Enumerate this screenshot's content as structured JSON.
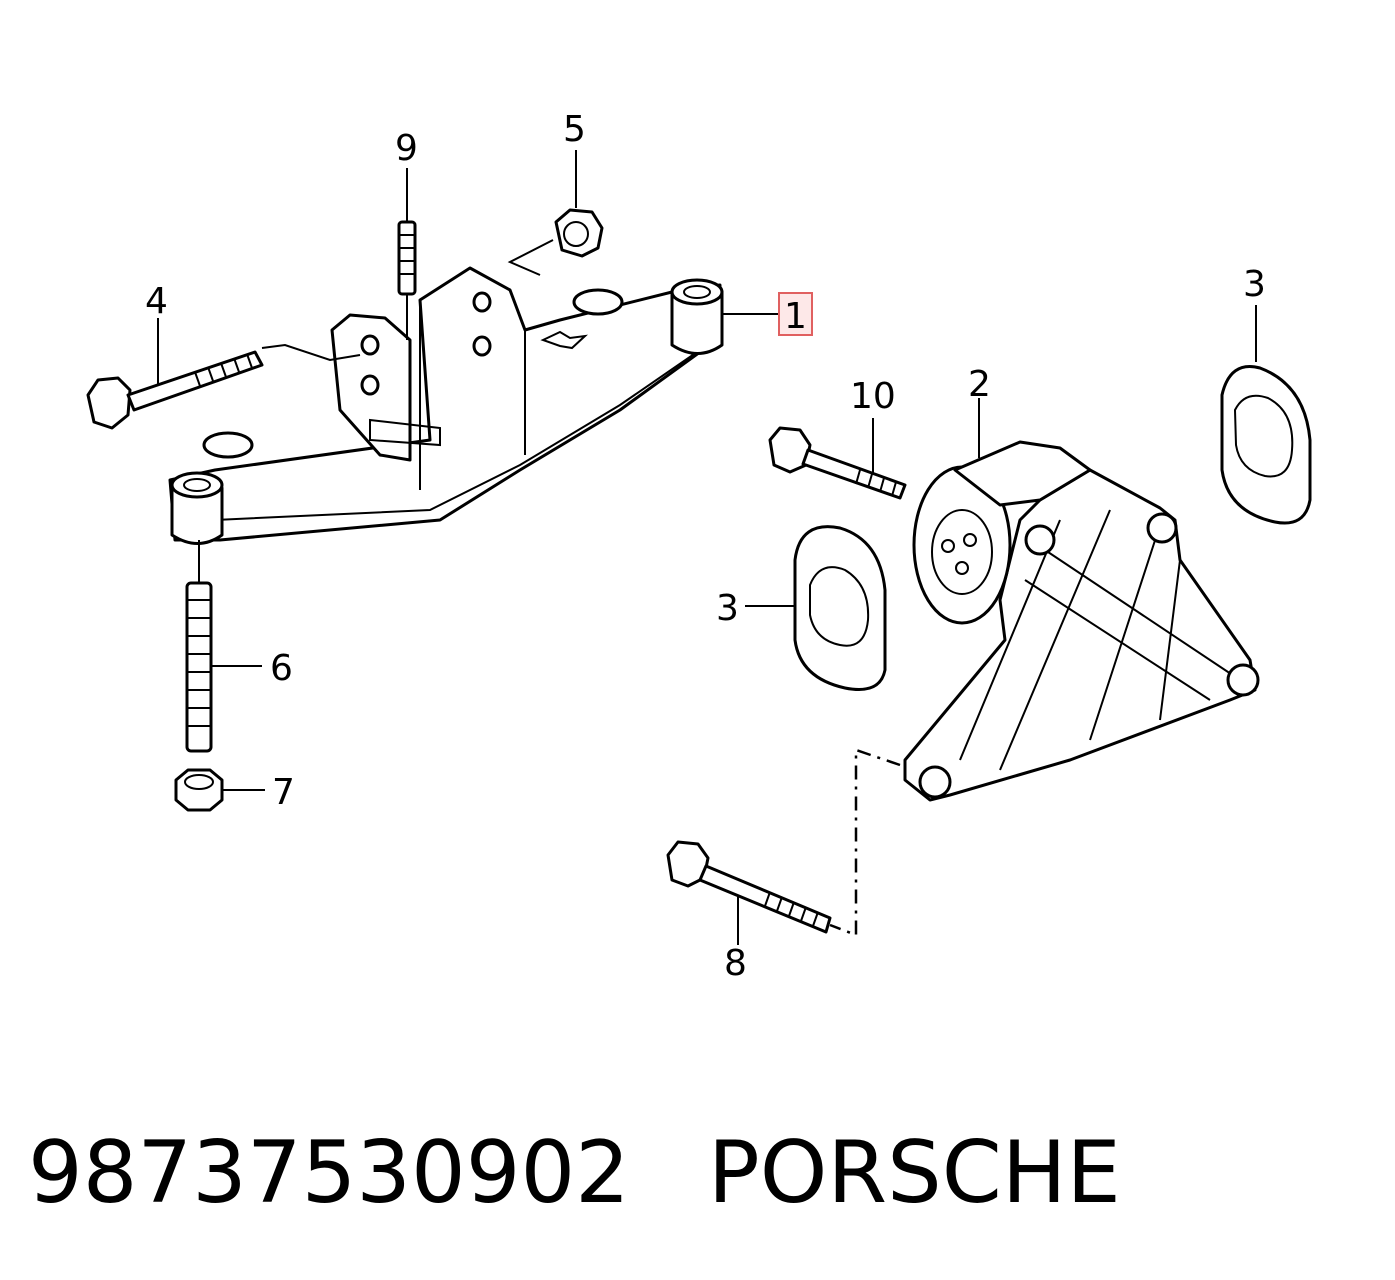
{
  "diagram": {
    "callouts": [
      {
        "id": "c1",
        "label": "1",
        "highlighted": true
      },
      {
        "id": "c2",
        "label": "2"
      },
      {
        "id": "c3a",
        "label": "3"
      },
      {
        "id": "c3b",
        "label": "3"
      },
      {
        "id": "c4",
        "label": "4"
      },
      {
        "id": "c5",
        "label": "5"
      },
      {
        "id": "c6",
        "label": "6"
      },
      {
        "id": "c7",
        "label": "7"
      },
      {
        "id": "c8",
        "label": "8"
      },
      {
        "id": "c9",
        "label": "9"
      },
      {
        "id": "c10",
        "label": "10"
      }
    ],
    "highlight_color": "#e06060",
    "highlight_fill": "#fde8e8"
  },
  "caption": {
    "part_number": "98737530902",
    "brand": "PORSCHE"
  }
}
